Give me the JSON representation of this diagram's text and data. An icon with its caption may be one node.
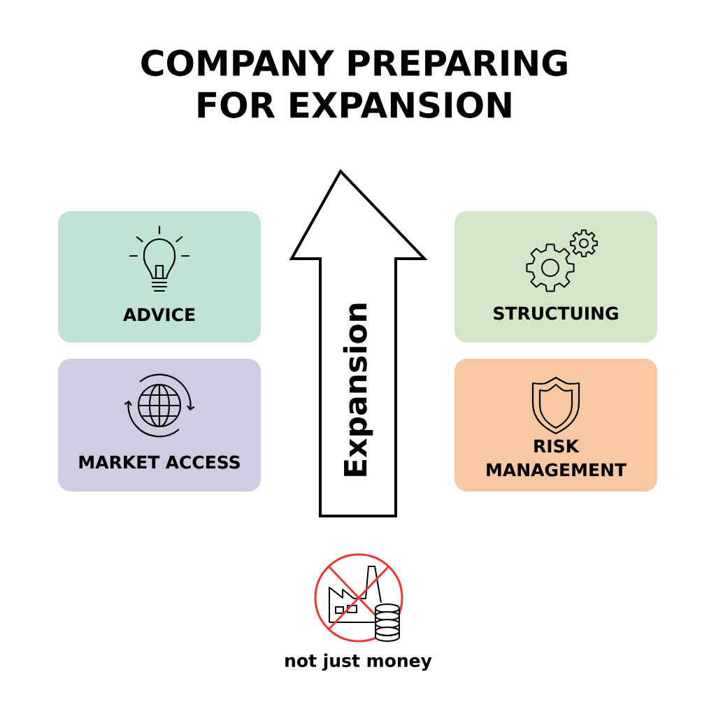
{
  "diagram": {
    "title": "COMPANY PREPARING FOR EXPANSION",
    "nodes": [
      {
        "text": [
          "ADVICE"
        ]
      },
      {
        "text": [
          "STRUCTUING"
        ]
      },
      {
        "text": [
          "MARKET ACCESS"
        ]
      },
      {
        "text": [
          "RISK MANAGEMENT"
        ]
      },
      {
        "text": [
          "Expansion"
        ]
      }
    ],
    "labels": [
      "not just money"
    ]
  }
}
